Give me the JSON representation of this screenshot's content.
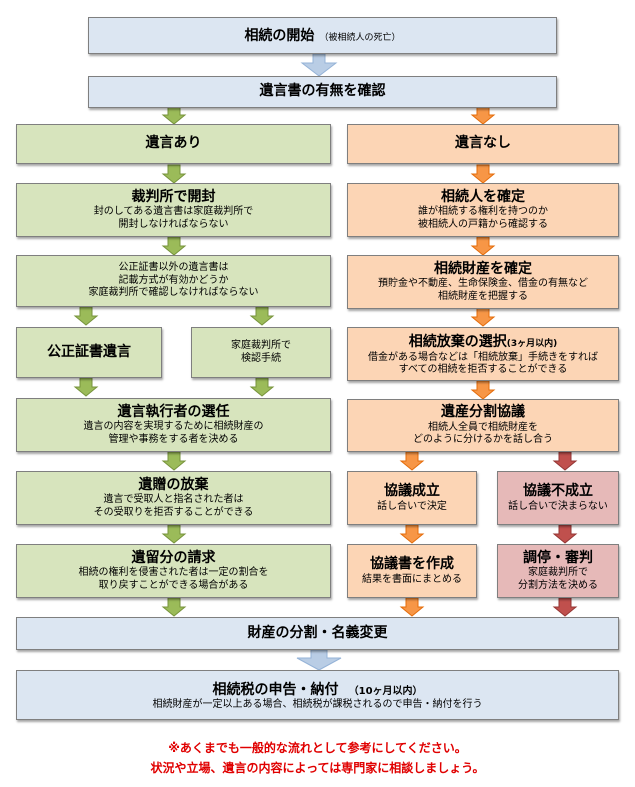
{
  "start": {
    "title": "相続の開始",
    "sub": "（被相続人の死亡）"
  },
  "check_will": {
    "title": "遺言書の有無を確認"
  },
  "will_yes": {
    "header": "遺言あり",
    "court_open": {
      "title": "裁判所で開封",
      "lines": [
        "封のしてある遺言書は家庭裁判所で",
        "開封しなければならない"
      ]
    },
    "other_will": {
      "lines": [
        "公正証書以外の遺言書は",
        "記載方式が有効かどうか",
        "家庭裁判所で確認しなければならない"
      ]
    },
    "notarized": {
      "title": "公正証書遺言"
    },
    "probate": {
      "lines": [
        "家庭裁判所で",
        "検認手続"
      ]
    },
    "executor": {
      "title": "遺言執行者の選任",
      "lines": [
        "遺言の内容を実現するために相続財産の",
        "管理や事務をする者を決める"
      ]
    },
    "waiver": {
      "title": "遺贈の放棄",
      "lines": [
        "遺言で受取人と指名された者は",
        "その受取りを拒否することができる"
      ]
    },
    "reserved": {
      "title": "遺留分の請求",
      "lines": [
        "相続の権利を侵害された者は一定の割合を",
        "取り戻すことができる場合がある"
      ]
    }
  },
  "will_no": {
    "header": "遺言なし",
    "heirs": {
      "title": "相続人を確定",
      "lines": [
        "誰が相続する権利を持つのか",
        "被相続人の戸籍から確認する"
      ]
    },
    "assets": {
      "title": "相続財産を確定",
      "lines": [
        "預貯金や不動産、生命保険金、借金の有無など",
        "相続財産を把握する"
      ]
    },
    "renounce": {
      "title": "相続放棄の選択",
      "title_sub": "(3ヶ月以内)",
      "lines": [
        "借金がある場合などは「相続放棄」手続きをすれば",
        "すべての相続を拒否することができる"
      ]
    },
    "division": {
      "title": "遺産分割協議",
      "lines": [
        "相続人全員で相続財産を",
        "どのように分けるかを話し合う"
      ]
    },
    "agreed": {
      "title": "協議成立",
      "lines": [
        "話し合いで決定"
      ]
    },
    "not_agreed": {
      "title": "協議不成立",
      "lines": [
        "話し合いで決まらない"
      ]
    },
    "agreement_doc": {
      "title": "協議書を作成",
      "lines": [
        "結果を書面にまとめる"
      ]
    },
    "mediation": {
      "title": "調停・審判",
      "lines": [
        "家庭裁判所で",
        "分割方法を決める"
      ]
    }
  },
  "transfer": {
    "title": "財産の分割・名義変更"
  },
  "tax": {
    "title": "相続税の申告・納付",
    "title_sub": "（10ヶ月以内）",
    "lines": [
      "相続財産が一定以上ある場合、相続税が課税されるので申告・納付を行う"
    ]
  },
  "note": [
    "※あくまでも一般的な流れとして参考にしてください。",
    "状況や立場、遺言の内容によっては専門家に相談しましょう。"
  ],
  "colors": {
    "blue_box": "#dce6f2",
    "green_box": "#d7e4bd",
    "orange_box": "#fcd5b5",
    "pink_box": "#e6b9b8",
    "green_arrow": "#9bbb59",
    "orange_arrow": "#f79646",
    "red_arrow": "#c0504d",
    "blue_arrow": "#b9cde5",
    "note_text": "#e00000"
  }
}
